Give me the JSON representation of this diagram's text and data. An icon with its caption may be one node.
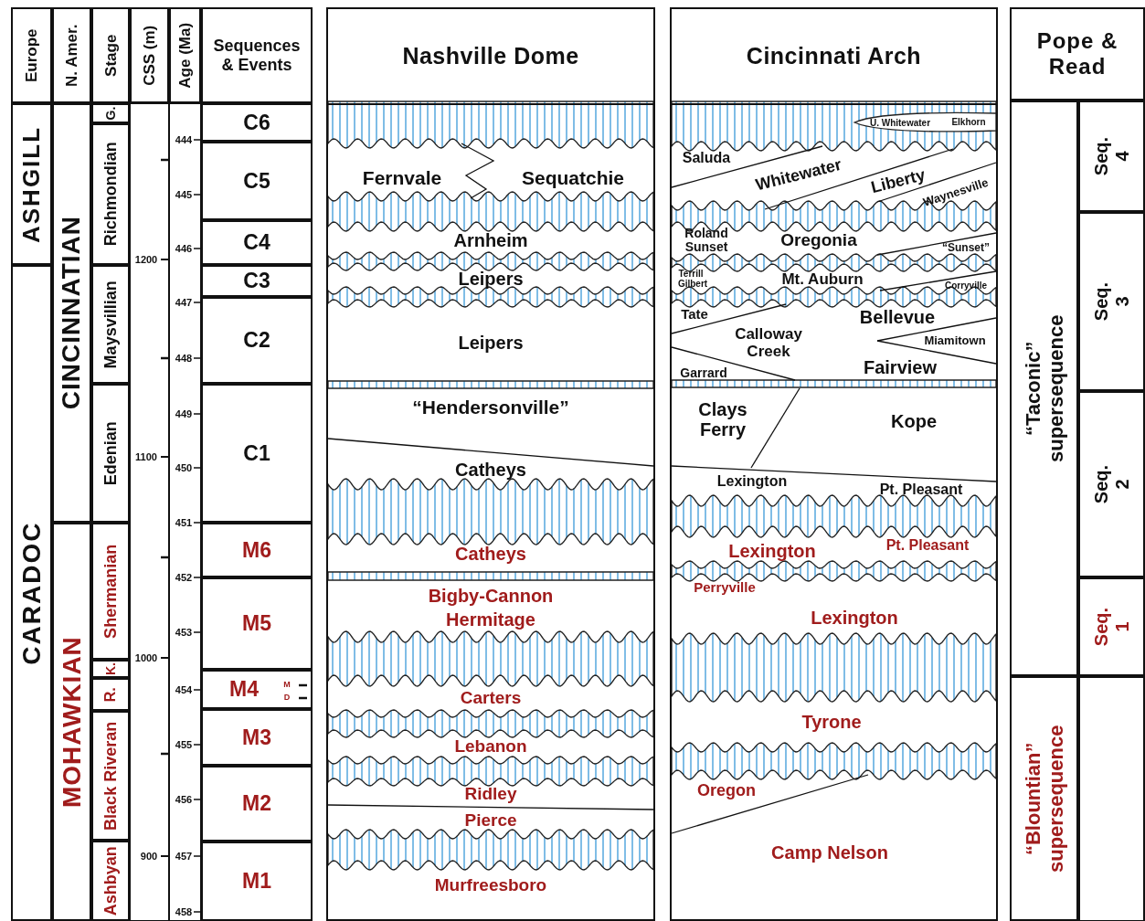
{
  "diagram": {
    "nodes": [
      {
        "text": [
          "Europe"
        ]
      },
      {
        "text": [
          "N. Amer."
        ]
      },
      {
        "text": [
          "Stage"
        ]
      },
      {
        "text": [
          "CSS (m)"
        ]
      },
      {
        "text": [
          "Age (Ma)"
        ]
      },
      {
        "text": [
          "Sequences & Events"
        ]
      },
      {
        "text": [
          "ASHGILL"
        ]
      },
      {
        "text": [
          "CARADOC"
        ]
      },
      {
        "text": [
          "CINCINNATIAN"
        ]
      },
      {
        "text": [
          "MOHAWKIAN"
        ]
      },
      {
        "text": [
          "G."
        ]
      },
      {
        "text": [
          "Richmondian"
        ]
      },
      {
        "text": [
          "Maysvillian"
        ]
      },
      {
        "text": [
          "Edenian"
        ]
      },
      {
        "text": [
          "Shermanian"
        ]
      },
      {
        "text": [
          "K."
        ]
      },
      {
        "text": [
          "R."
        ]
      },
      {
        "text": [
          "Black Riveran"
        ]
      },
      {
        "text": [
          "Ashbyan"
        ]
      },
      {
        "text": [
          "C6"
        ]
      },
      {
        "text": [
          "C5"
        ]
      },
      {
        "text": [
          "C4"
        ]
      },
      {
        "text": [
          "C3"
        ]
      },
      {
        "text": [
          "C2"
        ]
      },
      {
        "text": [
          "C1"
        ]
      },
      {
        "text": [
          "M6"
        ]
      },
      {
        "text": [
          "M5"
        ]
      },
      {
        "text": [
          "M4"
        ]
      },
      {
        "text": [
          "M3"
        ]
      },
      {
        "text": [
          "M2"
        ]
      },
      {
        "text": [
          "M1"
        ]
      },
      {
        "text": [
          "Nashville Dome"
        ]
      },
      {
        "text": [
          "Cincinnati Arch"
        ]
      },
      {
        "text": [
          "Pope & Read"
        ]
      },
      {
        "text": [
          "“Taconic” supersequence"
        ]
      },
      {
        "text": [
          "Seq. 4"
        ]
      },
      {
        "text": [
          "Seq. 3"
        ]
      },
      {
        "text": [
          "Seq. 2"
        ]
      },
      {
        "text": [
          "Seq. 1"
        ]
      },
      {
        "text": [
          "“Blountian” supersequence"
        ]
      }
    ],
    "labels": [
      "1200",
      "1100",
      "1000",
      "900",
      "444",
      "445",
      "446",
      "447",
      "448",
      "449",
      "450",
      "451",
      "452",
      "453",
      "454",
      "455",
      "456",
      "457",
      "458",
      "M",
      "D",
      "Fernvale",
      "Sequatchie",
      "Arnheim",
      "Leipers",
      "Leipers",
      "“Hendersonville”",
      "Catheys",
      "Catheys",
      "Bigby-Cannon",
      "Hermitage",
      "Carters",
      "Lebanon",
      "Ridley",
      "Pierce",
      "Murfreesboro",
      "U. Whitewater",
      "Elkhorn",
      "Saluda",
      "Whitewater",
      "Liberty",
      "Waynesville",
      "Roland",
      "Sunset",
      "Oregonia",
      "“Sunset”",
      "Terrill",
      "Gilbert",
      "Mt. Auburn",
      "Corryville",
      "Tate",
      "Bellevue",
      "Calloway Creek",
      "Miamitown",
      "Garrard",
      "Fairview",
      "Clays Ferry",
      "Kope",
      "Lexington",
      "Pt. Pleasant",
      "Lexington",
      "Pt. Pleasant",
      "Perryville",
      "Lexington",
      "Tyrone",
      "Oregon",
      "Camp Nelson"
    ]
  }
}
